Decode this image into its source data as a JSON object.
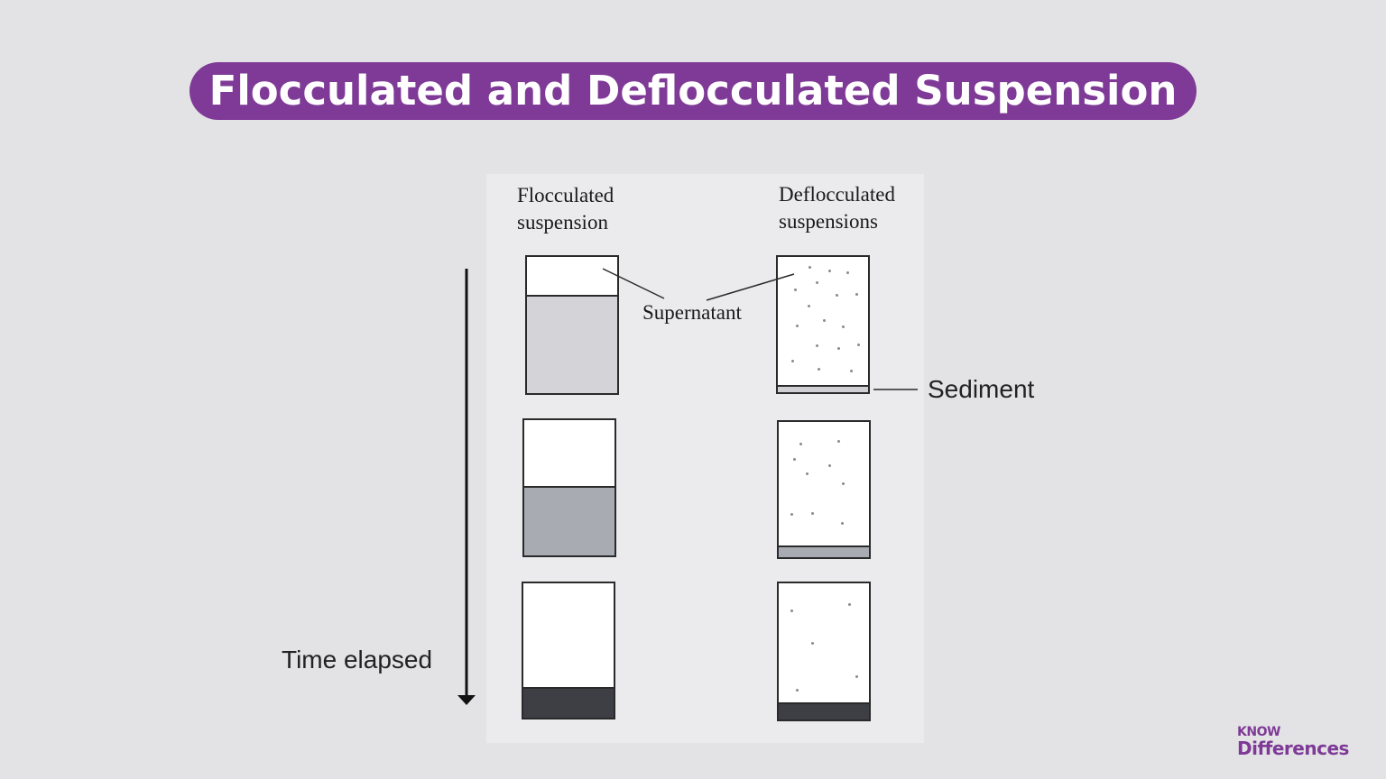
{
  "title": "Flocculated and Deflocculated Suspension",
  "diagram": {
    "flocculated_label": [
      "Flocculated",
      "suspension"
    ],
    "deflocculated_label": [
      "Deflocculated",
      "suspensions"
    ],
    "supernatant_label": "Supernatant",
    "sediment_label": "Sediment",
    "time_label": "Time elapsed"
  },
  "logo": {
    "know": "KNOW",
    "differences": "Differences"
  },
  "colors": {
    "title_background": "#7e3a96",
    "title_text": "#ffffff",
    "floc_stage1": "#d4d4d8",
    "floc_stage2": "#a9abb2",
    "floc_stage3": "#3e3f44",
    "defloc_sediment_1": "#d0d0d4",
    "defloc_sediment_2": "#a9abb2",
    "defloc_sediment_3": "#3e3f44",
    "particle": "#8a8a8a"
  }
}
